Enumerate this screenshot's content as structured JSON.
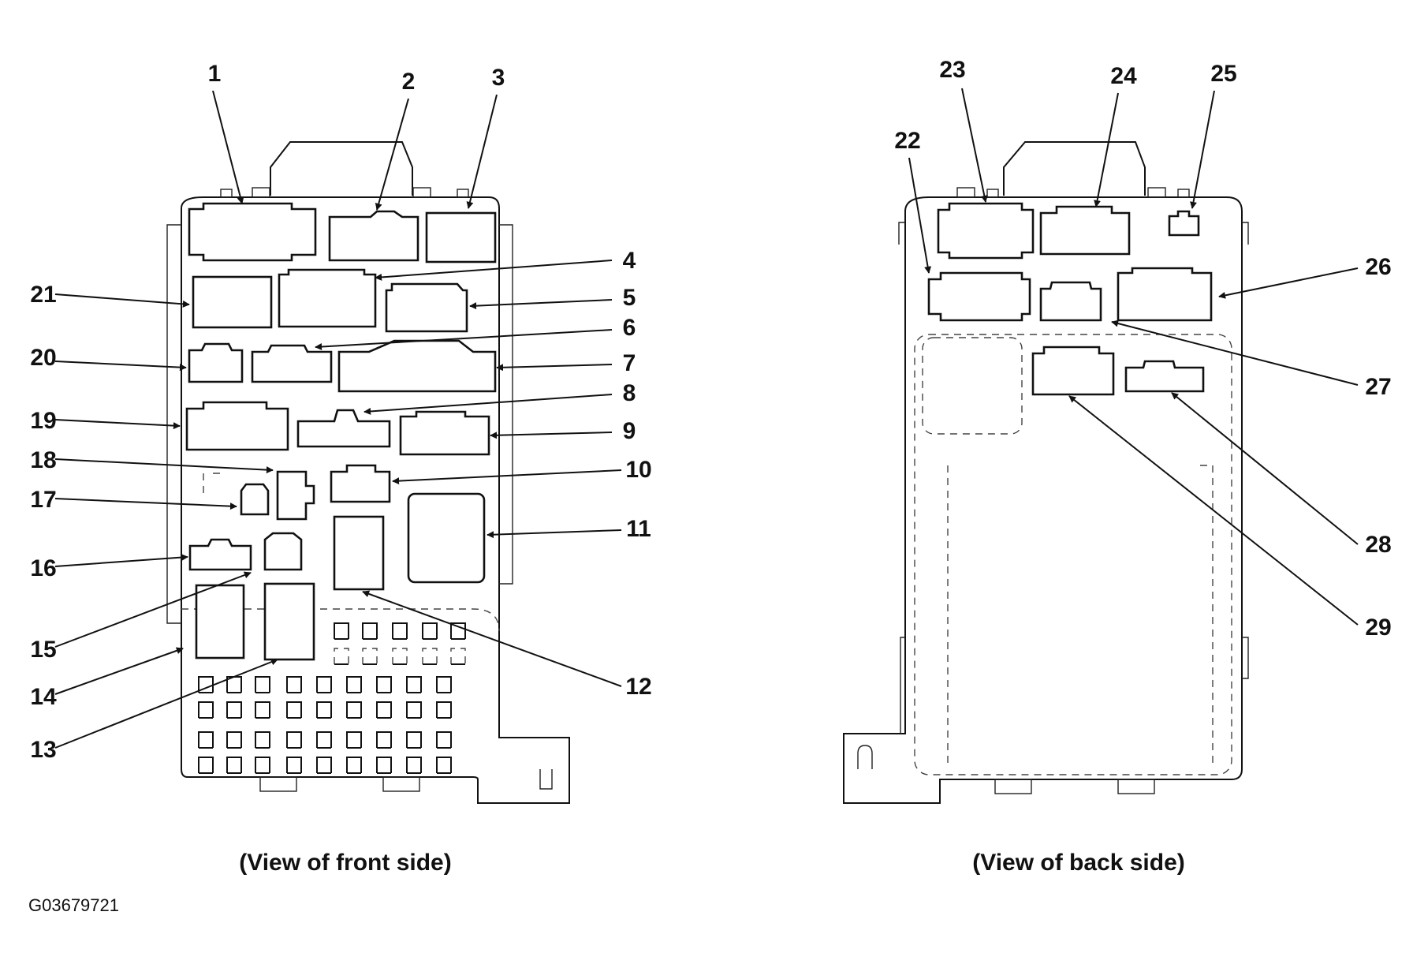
{
  "labels": {
    "l1": "1",
    "l2": "2",
    "l3": "3",
    "l4": "4",
    "l5": "5",
    "l6": "6",
    "l7": "7",
    "l8": "8",
    "l9": "9",
    "l10": "10",
    "l11": "11",
    "l12": "12",
    "l13": "13",
    "l14": "14",
    "l15": "15",
    "l16": "16",
    "l17": "17",
    "l18": "18",
    "l19": "19",
    "l20": "20",
    "l21": "21",
    "l22": "22",
    "l23": "23",
    "l24": "24",
    "l25": "25",
    "l26": "26",
    "l27": "27",
    "l28": "28",
    "l29": "29"
  },
  "captions": {
    "front": "(View of front side)",
    "back": "(View of back side)"
  },
  "figure_code": "G03679721"
}
